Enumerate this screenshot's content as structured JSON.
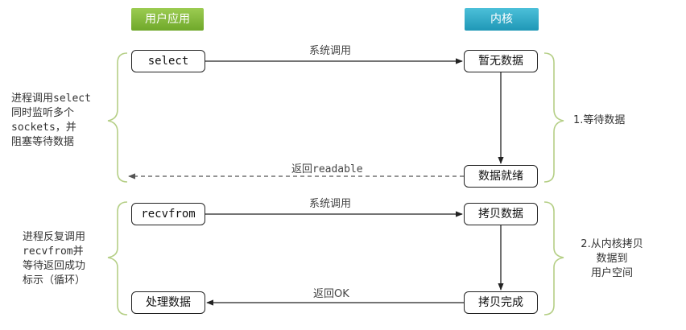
{
  "headers": {
    "user": "用户应用",
    "kernel": "内核"
  },
  "nodes": {
    "select": "select",
    "no_data": "暂无数据",
    "data_ready": "数据就绪",
    "recvfrom": "recvfrom",
    "copy_data": "拷贝数据",
    "process_data": "处理数据",
    "copy_done": "拷贝完成"
  },
  "edges": {
    "syscall_1": "系统调用",
    "return_readable": "返回readable",
    "syscall_2": "系统调用",
    "return_ok": "返回OK"
  },
  "left_notes": {
    "phase1": [
      "进程调用select",
      "同时监听多个",
      "sockets，并",
      "阻塞等待数据"
    ],
    "phase2": [
      "进程反复调用",
      "recvfrom并",
      "等待返回成功",
      "标示（循环）"
    ]
  },
  "right_notes": {
    "phase1": [
      "1.等待数据"
    ],
    "phase2": [
      "2.从内核拷贝",
      "数据到",
      "用户空间"
    ]
  },
  "colors": {
    "user_header": "#7db53a",
    "kernel_header": "#2aa7c6",
    "brace": "#b5cf86"
  }
}
